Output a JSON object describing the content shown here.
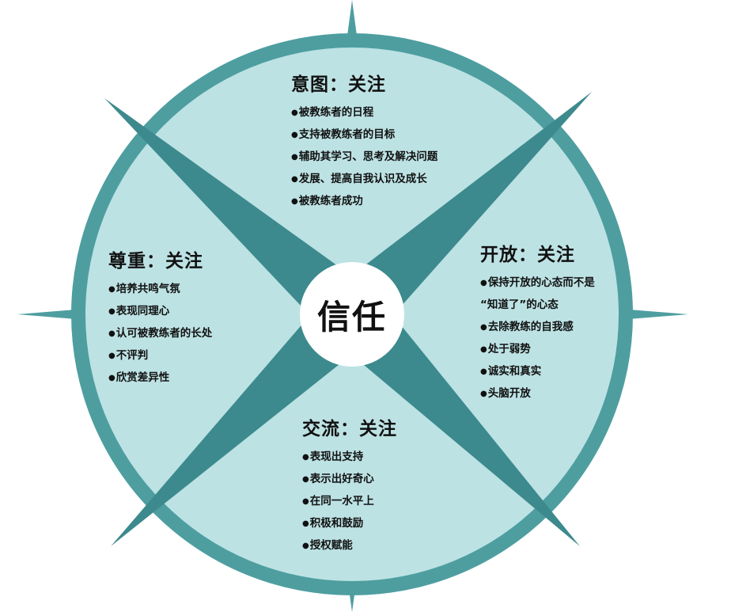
{
  "center_label": "信任",
  "colors": {
    "ring": "#4e9ea0",
    "fill": "#bde2e4",
    "star": "#3c8a8d",
    "center": "#ffffff"
  },
  "quadrants": {
    "top": {
      "title": "意图：关注",
      "items": [
        "被教练者的日程",
        "支持被教练者的目标",
        "辅助其学习、思考及解决问题",
        "发展、提高自我认识及成长",
        "被教练者成功"
      ]
    },
    "left": {
      "title": "尊重：关注",
      "items": [
        "培养共鸣气氛",
        "表现同理心",
        "认可被教练者的长处",
        "不评判",
        "欣赏差异性"
      ]
    },
    "right": {
      "title": "开放：关注",
      "items": [
        "保持开放的心态而不是",
        "“知道了”的心态",
        "去除教练的自我感",
        "处于弱势",
        "诚实和真实",
        "头脑开放"
      ]
    },
    "bottom": {
      "title": "交流：关注",
      "items": [
        "表现出支持",
        "表示出好奇心",
        "在同一水平上",
        "积极和鼓励",
        "授权赋能"
      ]
    }
  }
}
